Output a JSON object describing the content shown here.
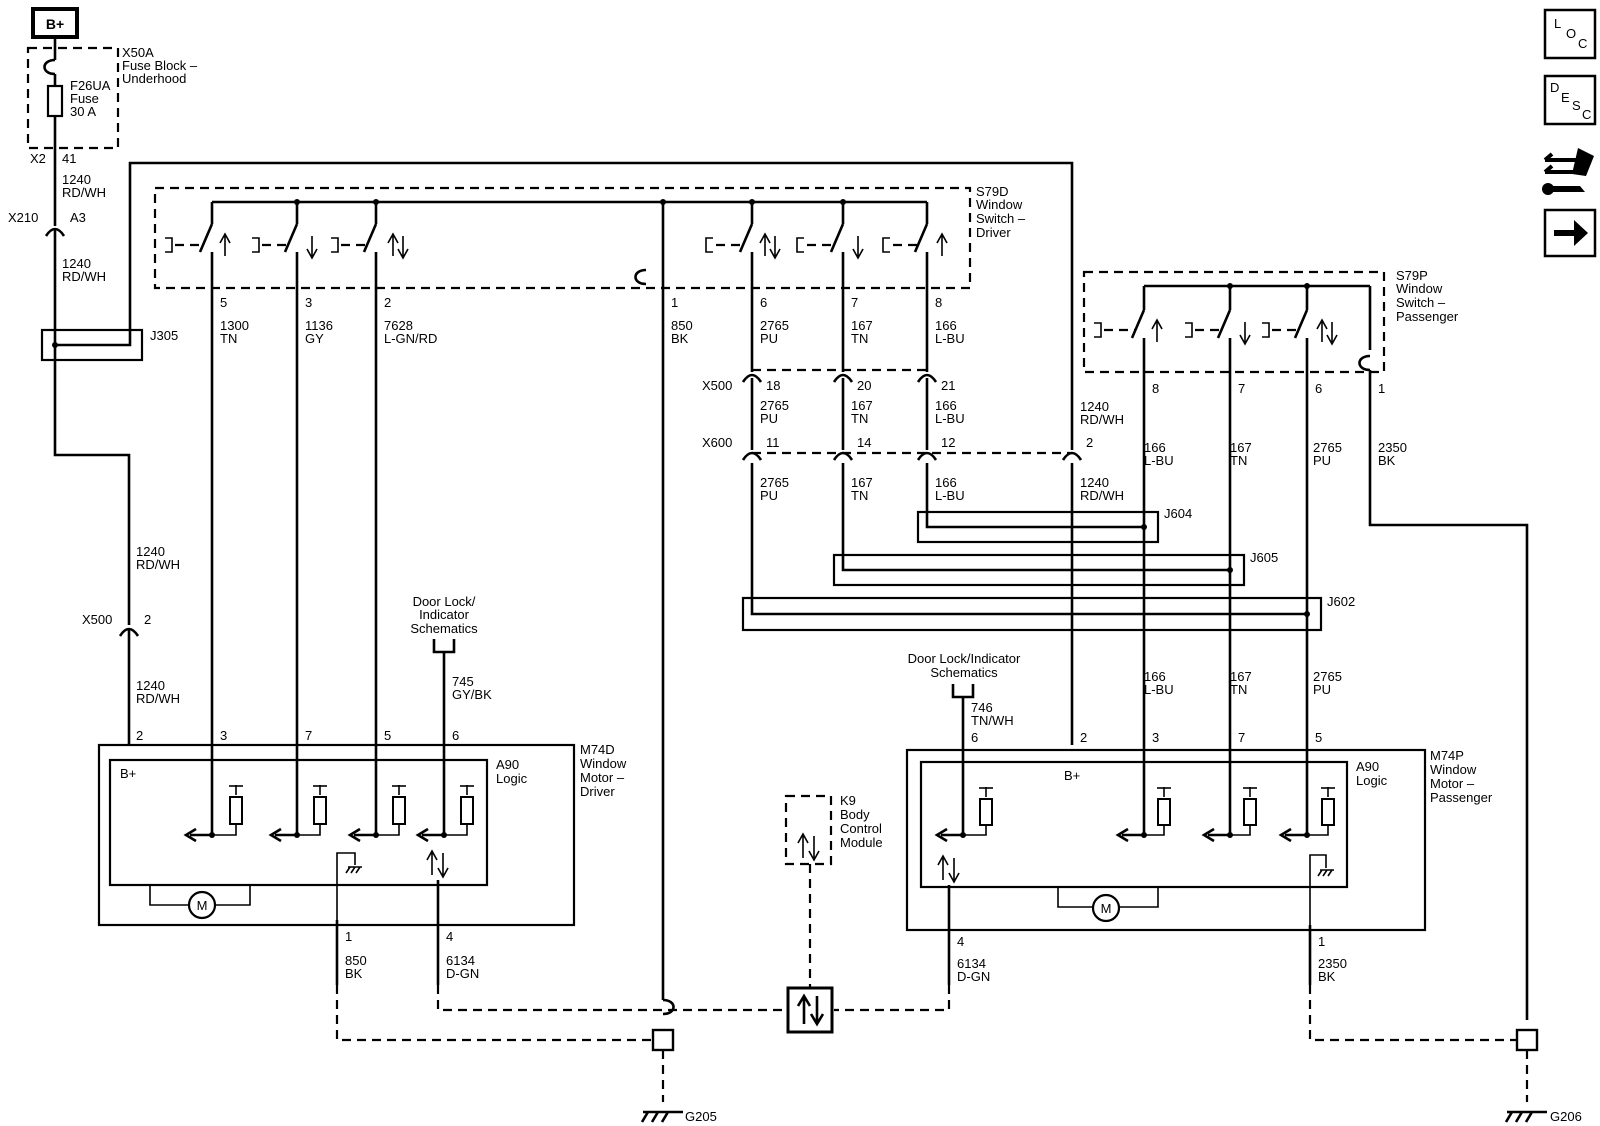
{
  "power": {
    "label": "B+"
  },
  "fuse_block": {
    "name": "X50A",
    "desc1": "Fuse Block –",
    "desc2": "Underhood"
  },
  "fuse": {
    "name": "F26UA",
    "line2": "Fuse",
    "rating": "30 A"
  },
  "x2": {
    "conn": "X2",
    "pin": "41"
  },
  "w1240_a": {
    "num": "1240",
    "color": "RD/WH"
  },
  "x210": {
    "conn": "X210",
    "pin": "A3"
  },
  "w1240_b": {
    "num": "1240",
    "color": "RD/WH"
  },
  "j305": "J305",
  "w1240_c": {
    "num": "1240",
    "color": "RD/WH"
  },
  "x500_left": {
    "conn": "X500",
    "pin": "2"
  },
  "w1240_d": {
    "num": "1240",
    "color": "RD/WH"
  },
  "driver_switch": {
    "name": "S79D",
    "line1": "Window",
    "line2": "Switch –",
    "line3": "Driver",
    "pins": [
      "5",
      "3",
      "2",
      "1",
      "6",
      "7",
      "8"
    ],
    "wires": [
      {
        "num": "1300",
        "color": "TN"
      },
      {
        "num": "1136",
        "color": "GY"
      },
      {
        "num": "7628",
        "color": "L-GN/RD"
      },
      {
        "num": "850",
        "color": "BK"
      },
      {
        "num": "2765",
        "color": "PU"
      },
      {
        "num": "167",
        "color": "TN"
      },
      {
        "num": "166",
        "color": "L-BU"
      }
    ]
  },
  "x500_row": {
    "conn": "X500",
    "pins": [
      "18",
      "20",
      "21"
    ]
  },
  "x500_wires": [
    {
      "num": "2765",
      "color": "PU"
    },
    {
      "num": "167",
      "color": "TN"
    },
    {
      "num": "166",
      "color": "L-BU"
    }
  ],
  "x600_row": {
    "conn": "X600",
    "pins": [
      "11",
      "14",
      "12",
      "2"
    ]
  },
  "x600_wires": [
    {
      "num": "2765",
      "color": "PU"
    },
    {
      "num": "167",
      "color": "TN"
    },
    {
      "num": "166",
      "color": "L-BU"
    },
    {
      "num": "1240",
      "color": "RD/WH"
    }
  ],
  "w1240_upper_right": {
    "num": "1240",
    "color": "RD/WH"
  },
  "splices": {
    "j604": "J604",
    "j605": "J605",
    "j602": "J602"
  },
  "passenger_switch": {
    "name": "S79P",
    "line1": "Window",
    "line2": "Switch –",
    "line3": "Passenger",
    "pins": [
      "8",
      "7",
      "6",
      "1"
    ],
    "wires": [
      {
        "num": "166",
        "color": "L-BU"
      },
      {
        "num": "167",
        "color": "TN"
      },
      {
        "num": "2765",
        "color": "PU"
      },
      {
        "num": "2350",
        "color": "BK"
      }
    ]
  },
  "door_lock_left": {
    "line1": "Door Lock/",
    "line2": "Indicator",
    "line3": "Schematics",
    "wire_num": "745",
    "wire_color": "GY/BK"
  },
  "door_lock_right": {
    "line1": "Door Lock/Indicator",
    "line2": "Schematics",
    "wire_num": "746",
    "wire_color": "TN/WH"
  },
  "driver_motor": {
    "name": "M74D",
    "line1": "Window",
    "line2": "Motor –",
    "line3": "Driver",
    "logic": "A90",
    "logic2": "Logic",
    "bplus": "B+",
    "motor": "M",
    "top_pins": [
      "2",
      "3",
      "7",
      "5",
      "6"
    ],
    "bottom_pins": [
      "1",
      "4"
    ],
    "bottom_wires": [
      {
        "num": "850",
        "color": "BK"
      },
      {
        "num": "6134",
        "color": "D-GN"
      }
    ]
  },
  "passenger_motor": {
    "name": "M74P",
    "line1": "Window",
    "line2": "Motor –",
    "line3": "Passenger",
    "logic": "A90",
    "logic2": "Logic",
    "bplus": "B+",
    "motor": "M",
    "top_pins": [
      "6",
      "2",
      "3",
      "7",
      "5"
    ],
    "bottom_pins": [
      "4",
      "1"
    ],
    "bottom_wires": [
      {
        "num": "6134",
        "color": "D-GN"
      },
      {
        "num": "2350",
        "color": "BK"
      }
    ],
    "lower_wires": [
      {
        "num": "166",
        "color": "L-BU"
      },
      {
        "num": "167",
        "color": "TN"
      },
      {
        "num": "2765",
        "color": "PU"
      }
    ]
  },
  "bcm": {
    "name": "K9",
    "line1": "Body",
    "line2": "Control",
    "line3": "Module"
  },
  "grounds": {
    "g205": "G205",
    "g206": "G206"
  },
  "side_icons": {
    "loc": {
      "l": "L",
      "o": "O",
      "c": "C",
      "icon": "location-icon"
    },
    "desc": {
      "d": "D",
      "e": "E",
      "s": "S",
      "c": "C",
      "icon": "description-icon"
    },
    "tools_icon": "tools-icon",
    "arrow_icon": "next-arrow-icon"
  }
}
